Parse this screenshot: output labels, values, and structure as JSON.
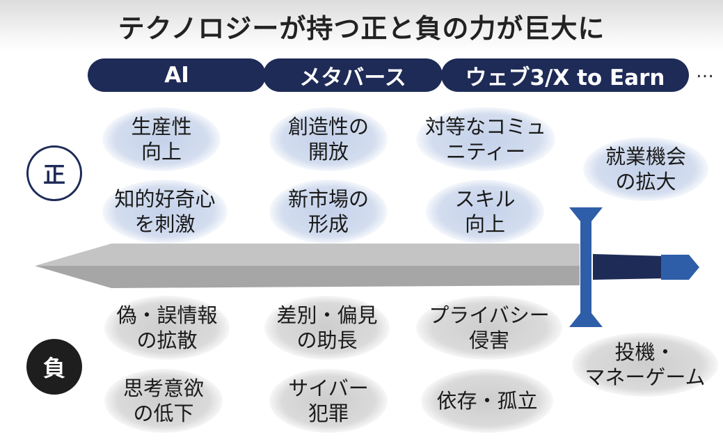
{
  "title": "テクノロジーが持つ正と負の力が巨大に",
  "categories": [
    "AI",
    "メタバース",
    "ウェブ3/X to Earn"
  ],
  "ellipsis": "…",
  "badges": {
    "positive": "正",
    "negative": "負"
  },
  "positive_effects": [
    "生産性\n向上",
    "創造性の\n開放",
    "対等なコミュ\nニティー",
    "知的好奇心\nを刺激",
    "新市場の\n形成",
    "スキル\n向上",
    "就業機会\nの拡大"
  ],
  "negative_effects": [
    "偽・誤情報\nの拡散",
    "差別・偏見\nの助長",
    "プライバシー\n侵害",
    "思考意欲\nの低下",
    "サイバー\n犯罪",
    "依存・孤立",
    "投機・\nマネーゲーム"
  ],
  "colors": {
    "navy": "#1e2b57",
    "positive_bubble": "#c9d5ec",
    "negative_bubble": "#d2d2d2",
    "blade": "#b8b8b8",
    "guard": "#2f5ea8",
    "grip": "#1e2b57"
  }
}
